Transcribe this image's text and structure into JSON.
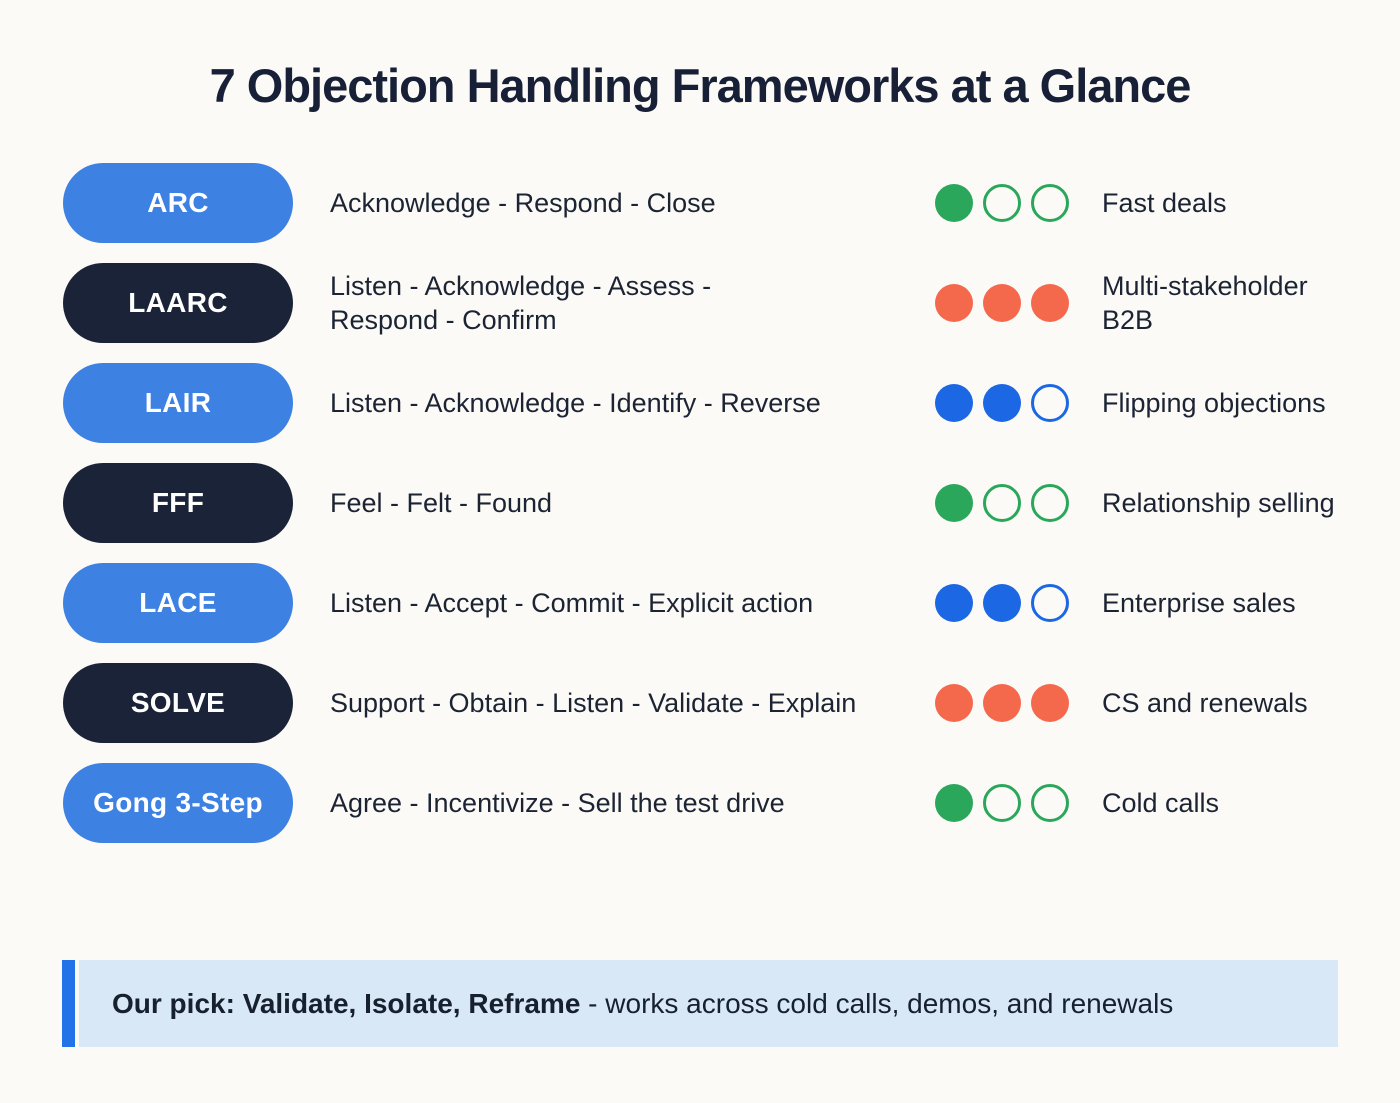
{
  "title": "7 Objection Handling Frameworks at a Glance",
  "rows": [
    {
      "abbr": "ARC",
      "variant": "blue",
      "desc_line1": "Acknowledge - Respond - Close",
      "desc_line2": "",
      "dots": {
        "color": "green",
        "filled": 1,
        "total": 3
      },
      "usecase_line1": "Fast deals",
      "usecase_line2": ""
    },
    {
      "abbr": "LAARC",
      "variant": "dark",
      "desc_line1": "Listen - Acknowledge - Assess -",
      "desc_line2": "Respond - Confirm",
      "dots": {
        "color": "orange",
        "filled": 3,
        "total": 3
      },
      "usecase_line1": "Multi-stakeholder",
      "usecase_line2": "B2B"
    },
    {
      "abbr": "LAIR",
      "variant": "blue",
      "desc_line1": "Listen - Acknowledge - Identify - Reverse",
      "desc_line2": "",
      "dots": {
        "color": "blue",
        "filled": 2,
        "total": 3
      },
      "usecase_line1": "Flipping objections",
      "usecase_line2": ""
    },
    {
      "abbr": "FFF",
      "variant": "dark",
      "desc_line1": "Feel - Felt - Found",
      "desc_line2": "",
      "dots": {
        "color": "green",
        "filled": 1,
        "total": 3
      },
      "usecase_line1": "Relationship selling",
      "usecase_line2": ""
    },
    {
      "abbr": "LACE",
      "variant": "blue",
      "desc_line1": "Listen - Accept - Commit - Explicit action",
      "desc_line2": "",
      "dots": {
        "color": "blue",
        "filled": 2,
        "total": 3
      },
      "usecase_line1": "Enterprise sales",
      "usecase_line2": ""
    },
    {
      "abbr": "SOLVE",
      "variant": "dark",
      "desc_line1": "Support - Obtain - Listen - Validate - Explain",
      "desc_line2": "",
      "dots": {
        "color": "orange",
        "filled": 3,
        "total": 3
      },
      "usecase_line1": "CS and renewals",
      "usecase_line2": ""
    },
    {
      "abbr": "Gong 3-Step",
      "variant": "blue",
      "desc_line1": "Agree - Incentivize - Sell the test drive",
      "desc_line2": "",
      "dots": {
        "color": "green",
        "filled": 1,
        "total": 3
      },
      "usecase_line1": "Cold calls",
      "usecase_line2": ""
    }
  ],
  "footer": {
    "bold": "Our pick: Validate, Isolate, Reframe",
    "rest": " - works across cold calls, demos, and renewals"
  },
  "colors": {
    "background": "#fbfaf6",
    "text": "#1b2437",
    "pill_blue": "#3d81e3",
    "pill_dark": "#1a2338",
    "dot_green": "#2aa75b",
    "dot_orange": "#f4694b",
    "dot_blue": "#1c67e3",
    "banner_background": "#d9e8f7",
    "banner_accent": "#2273e8"
  }
}
